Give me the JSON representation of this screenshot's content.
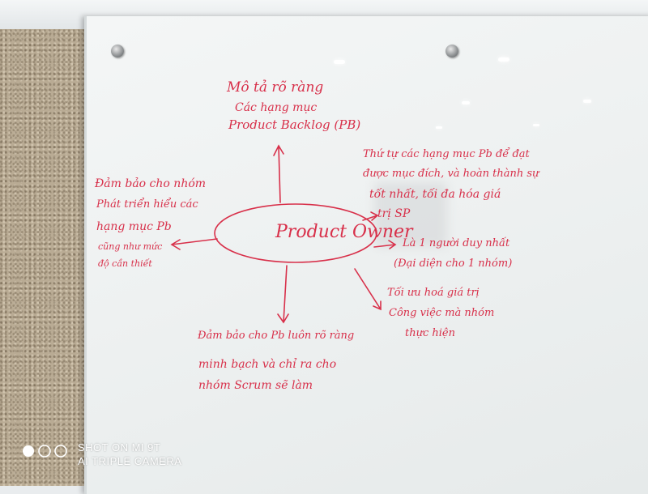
{
  "board": {
    "center": "Product Owner",
    "top": [
      "Mô tả rõ ràng",
      "Các hạng mục",
      "Product Backlog (PB)"
    ],
    "top_right": [
      "Thứ tự các hạng mục Pb để đạt",
      "được mục đích, và hoàn thành sự",
      "tốt nhất, tối đa hóa giá",
      "trị SP"
    ],
    "left": [
      "Đảm bảo cho nhóm",
      "Phát triển hiểu các",
      "hạng mục Pb",
      "cũng như mức",
      "độ cần thiết"
    ],
    "right": [
      "Là 1 người duy nhất",
      "(Đại diện cho 1 nhóm)"
    ],
    "bottom_right": [
      "Tối ưu hoá giá trị",
      "Công việc mà nhóm",
      "thực hiện"
    ],
    "bottom": [
      "Đảm bảo cho Pb luôn rõ ràng",
      "minh bạch và chỉ ra cho",
      "nhóm Scrum sẽ làm"
    ]
  },
  "watermark": {
    "line1": "SHOT ON MI 9T",
    "line2": "AI TRIPLE CAMERA"
  },
  "ink_color": "#d8304a"
}
